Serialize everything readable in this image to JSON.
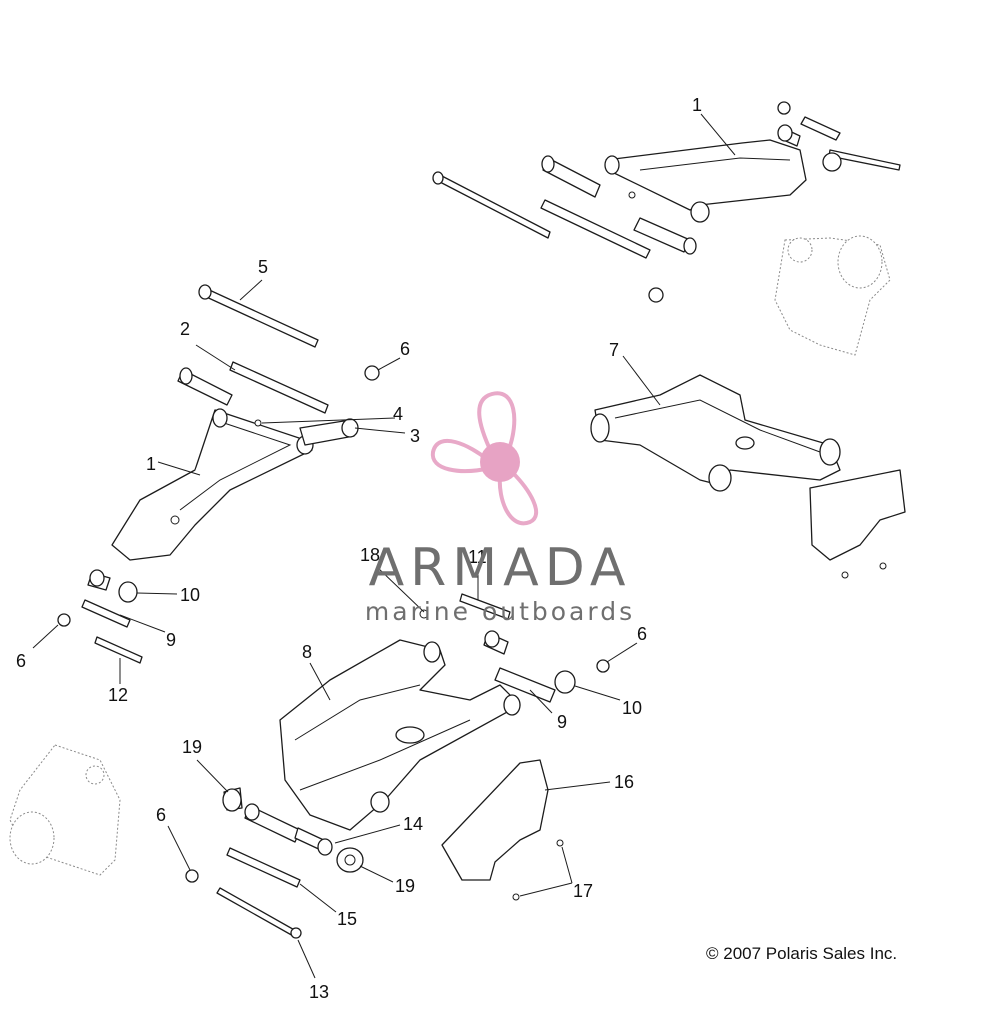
{
  "diagram": {
    "callouts": [
      "1",
      "2",
      "3",
      "4",
      "5",
      "6",
      "7",
      "8",
      "9",
      "10",
      "11",
      "12",
      "13",
      "14",
      "15",
      "16",
      "17",
      "18",
      "19"
    ],
    "copyright": "© 2007 Polaris Sales Inc."
  },
  "watermark": {
    "name": "ARMADA",
    "tagline": "marine outboards",
    "colors": {
      "propeller": "#e8a9c8",
      "hub": "#e7a3c4",
      "text": "#6f6f6f"
    }
  }
}
